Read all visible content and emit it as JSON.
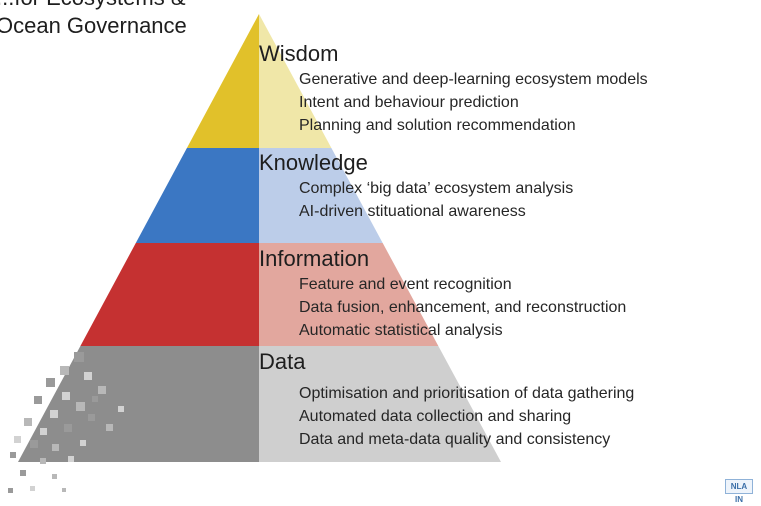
{
  "title": {
    "line1": "...for Ecosystems &",
    "line2": "Ocean Governance"
  },
  "tiers": [
    {
      "name": "Wisdom",
      "color": "#e1c12a",
      "color_light": "#f0e7a8",
      "items": [
        "Generative and deep-learning ecosystem models",
        "Intent and behaviour prediction",
        "Planning and solution recommendation"
      ]
    },
    {
      "name": "Knowledge",
      "color": "#3b77c3",
      "color_light": "#bccde9",
      "items": [
        "Complex ‘big data’ ecosystem analysis",
        "AI-driven stituational awareness"
      ]
    },
    {
      "name": "Information",
      "color": "#c53131",
      "color_light": "#e2a79e",
      "items": [
        "Feature and event recognition",
        "Data fusion, enhancement, and reconstruction",
        "Automatic statistical analysis"
      ]
    },
    {
      "name": "Data",
      "color": "#8d8d8d",
      "color_light": "#cfcfcf",
      "items": [
        "Optimisation and prioritisation of data gathering",
        "Automated data collection and sharing",
        "Data and meta-data quality and consistency"
      ]
    }
  ],
  "logo": {
    "label": "NLA IN"
  }
}
